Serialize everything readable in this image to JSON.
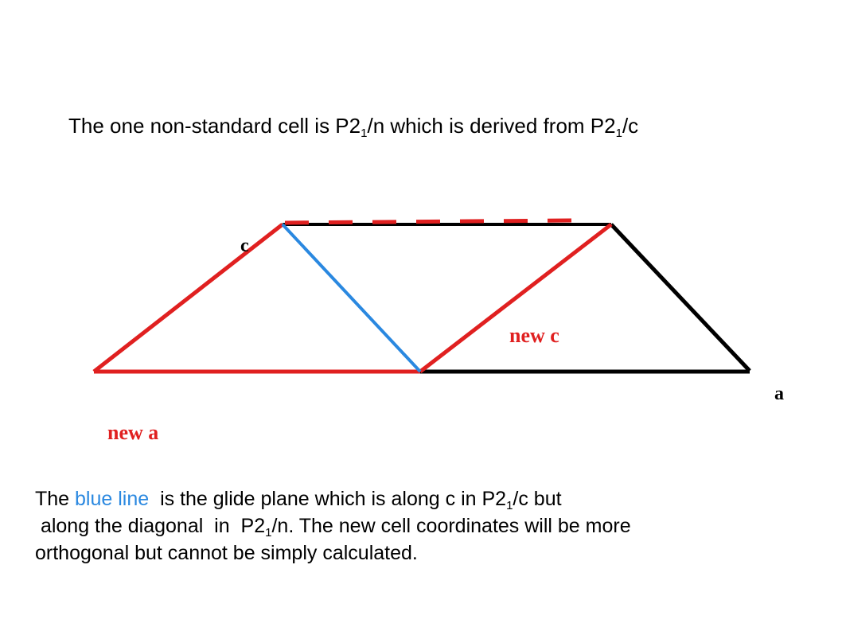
{
  "title": {
    "part1": "The one non-standard cell is P2",
    "sub1": "1",
    "part2": "/n which is derived from P2",
    "sub2": "1",
    "part3": "/c"
  },
  "labels": {
    "c": "c",
    "new_c": "new c",
    "a": "a",
    "new_a": "new a"
  },
  "caption": {
    "line1_start": "The ",
    "line1_blue": "blue line",
    "line1_rest": "  is the glide plane which is along c in P2",
    "line1_sub": "1",
    "line1_end": "/c but",
    "line2_start": " along the diagonal  in  P2",
    "line2_sub": "1",
    "line2_end": "/n. The new cell coordinates will be more",
    "line3": "orthogonal but cannot be simply calculated."
  },
  "colors": {
    "red": "#e02020",
    "blue": "#2a88e0",
    "black": "#000000"
  }
}
